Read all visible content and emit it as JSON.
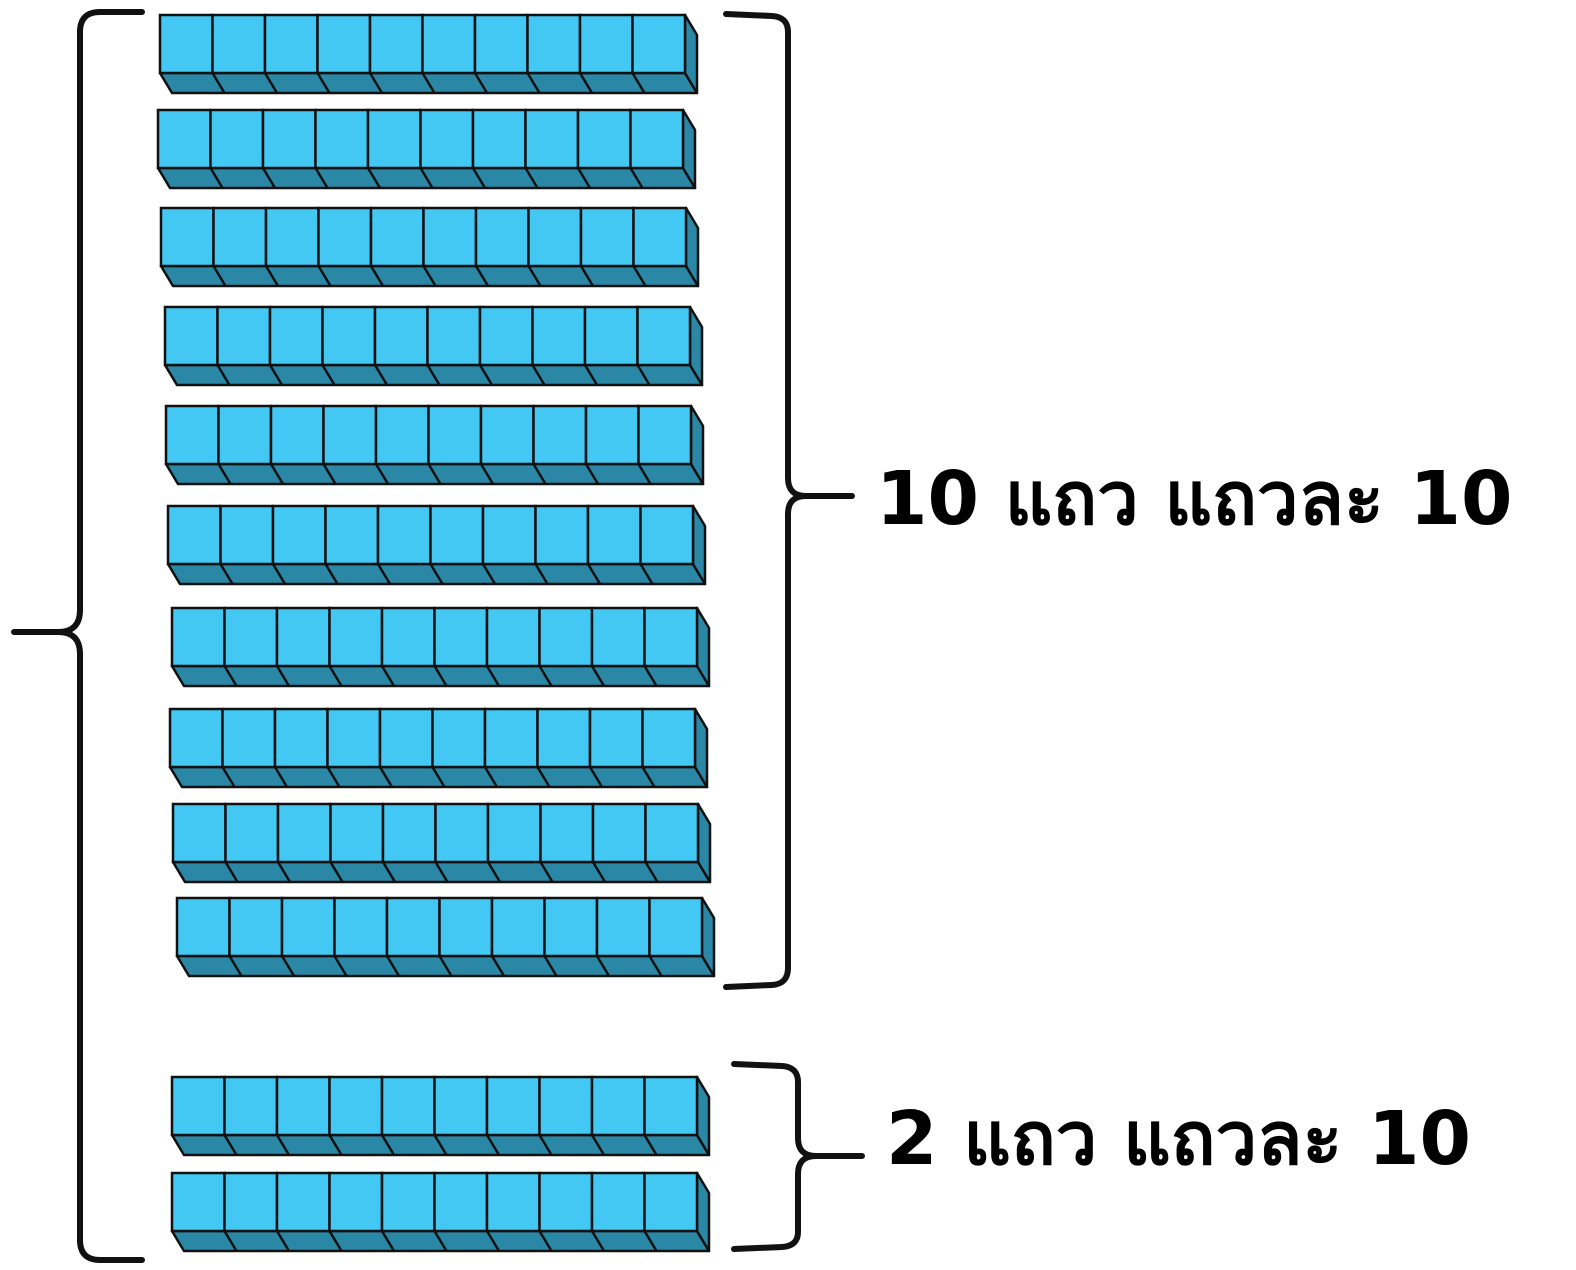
{
  "groups": [
    {
      "rows": 10,
      "cells_per_row": 10,
      "label": "10 แถว แถวละ 10"
    },
    {
      "rows": 2,
      "cells_per_row": 10,
      "label": "2 แถว แถวละ 10"
    }
  ],
  "colors": {
    "cell_face": "#43c8f4",
    "cell_shade": "#2b87a6",
    "outline": "#111111",
    "bracket": "#111111",
    "background": "#ffffff"
  }
}
